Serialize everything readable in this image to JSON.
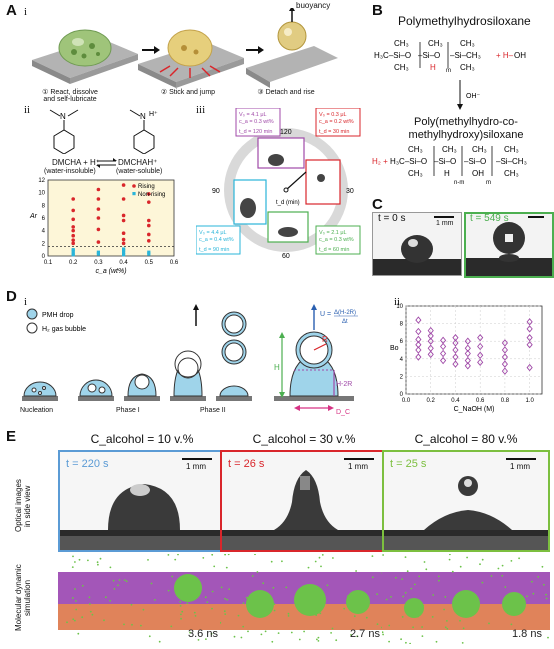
{
  "panel_labels": {
    "A": "A",
    "B": "B",
    "C": "C",
    "D": "D",
    "E": "E"
  },
  "A": {
    "sub_i": "i",
    "sub_ii": "ii",
    "sub_iii": "iii",
    "buoyancy": "buoyancy",
    "steps": [
      "① React, dissolve\nand self-lubricate",
      "② Stick and jump",
      "③ Detach and rise"
    ],
    "dmcha": "DMCHA",
    "dmchah": "DMCHAH",
    "eq_left": "DMCHA + H⁺",
    "eq_right": "DMCHAH⁺",
    "water_insoluble": "(water-insoluble)",
    "water_soluble": "(water-soluble)",
    "clock_label": "t_d (min)",
    "clock_ticks": [
      "120",
      "90",
      "60",
      "30"
    ],
    "boxes": [
      {
        "v": "V₀ = 4.1 μL",
        "c": "c_a = 0.3 wt%",
        "t": "t_d = 120 min"
      },
      {
        "v": "V₀ = 0.3 μL",
        "c": "c_a = 0.2 wt%",
        "t": "t_d = 30 min"
      },
      {
        "v": "V₀ = 4.4 μL",
        "c": "c_a = 0.4 wt%",
        "t": "t_d = 90 min"
      },
      {
        "v": "V₀ = 2.1 μL",
        "c": "c_a = 0.3 wt%",
        "t": "t_d = 60 min"
      }
    ]
  },
  "B": {
    "title1": "Polymethylhydrosiloxane",
    "oh": "OH⁻",
    "plus_hoh": "+ H–OH",
    "title2a": "Poly(methylhydro-co-",
    "title2b": "methylhydroxy)siloxane",
    "h2": "H₂ +"
  },
  "C": {
    "t0": "t = 0 s",
    "t1": "t = 549 s",
    "scale": "1 mm"
  },
  "D": {
    "sub_i": "i",
    "sub_ii": "ii",
    "legend_drop": "PMH drop",
    "legend_bubble": "H₂ gas bubble",
    "stages": [
      "Nucleation",
      "Phase I",
      "Phase II"
    ],
    "U": "U =",
    "frac_top": "Δ(H-2R)",
    "frac_bot": "Δt",
    "H": "H",
    "R": "R",
    "H2R": "H-2R",
    "Dc": "D_C"
  },
  "E": {
    "titles": [
      "C_alcohol = 10 v.%",
      "C_alcohol = 30 v.%",
      "C_alcohol = 80 v.%"
    ],
    "times": [
      "t = 220 s",
      "t = 26 s",
      "t = 25 s"
    ],
    "scale": "1 mm",
    "row1": "Optical images\nin side view",
    "row2": "Molecular dynamic\nsimulation",
    "ns": [
      "3.6 ns",
      "2.7 ns",
      "1.8 ns"
    ],
    "frame_colors": [
      "#5b9bd5",
      "#d9262b",
      "#7cbf3f"
    ]
  },
  "chart_data": [
    {
      "type": "scatter",
      "xlabel": "c_a (wt%)",
      "ylabel": "Ar",
      "xlim": [
        0.1,
        0.6
      ],
      "ylim": [
        0,
        12
      ],
      "xticks": [
        "0.1",
        "0.2",
        "0.3",
        "0.4",
        "0.5",
        "0.6"
      ],
      "yticks": [
        "0",
        "2",
        "4",
        "6",
        "8",
        "10",
        "12"
      ],
      "series": [
        {
          "name": "Rising",
          "color": "#d9262b",
          "points": [
            [
              0.2,
              2.0
            ],
            [
              0.2,
              2.5
            ],
            [
              0.2,
              3.2
            ],
            [
              0.2,
              4.0
            ],
            [
              0.2,
              4.6
            ],
            [
              0.2,
              5.8
            ],
            [
              0.2,
              7.2
            ],
            [
              0.2,
              9.0
            ],
            [
              0.3,
              2.2
            ],
            [
              0.3,
              4.2
            ],
            [
              0.3,
              6.0
            ],
            [
              0.3,
              7.4
            ],
            [
              0.3,
              9.0
            ],
            [
              0.3,
              10.5
            ],
            [
              0.4,
              2.0
            ],
            [
              0.4,
              2.6
            ],
            [
              0.4,
              3.6
            ],
            [
              0.4,
              5.6
            ],
            [
              0.4,
              6.4
            ],
            [
              0.4,
              9.0
            ],
            [
              0.4,
              11.2
            ],
            [
              0.5,
              2.4
            ],
            [
              0.5,
              3.4
            ],
            [
              0.5,
              4.8
            ],
            [
              0.5,
              5.6
            ],
            [
              0.5,
              8.5
            ],
            [
              0.5,
              9.8
            ]
          ]
        },
        {
          "name": "Non-rising",
          "color": "#2ab5d9",
          "points": [
            [
              0.2,
              0.2
            ],
            [
              0.2,
              0.4
            ],
            [
              0.2,
              0.8
            ],
            [
              0.2,
              1.0
            ],
            [
              0.3,
              0.3
            ],
            [
              0.3,
              0.6
            ],
            [
              0.4,
              0.2
            ],
            [
              0.4,
              0.5
            ],
            [
              0.4,
              0.9
            ],
            [
              0.4,
              1.1
            ],
            [
              0.5,
              0.3
            ],
            [
              0.5,
              0.6
            ]
          ]
        }
      ],
      "threshold": 1.5
    },
    {
      "type": "scatter",
      "xlabel": "C_NaOH (M)",
      "ylabel": "Bo",
      "xlim": [
        0,
        1.1
      ],
      "ylim": [
        0,
        10
      ],
      "xticks": [
        "0.0",
        "0.2",
        "0.4",
        "0.6",
        "0.8",
        "1.0"
      ],
      "yticks": [
        "0",
        "2",
        "4",
        "6",
        "8",
        "10"
      ],
      "series": [
        {
          "name": "",
          "color": "#a04aa8",
          "points": [
            [
              0.1,
              4.2
            ],
            [
              0.1,
              5.0
            ],
            [
              0.1,
              5.6
            ],
            [
              0.1,
              6.2
            ],
            [
              0.1,
              7.1
            ],
            [
              0.1,
              8.4
            ],
            [
              0.2,
              4.5
            ],
            [
              0.2,
              5.2
            ],
            [
              0.2,
              6.0
            ],
            [
              0.2,
              6.6
            ],
            [
              0.2,
              7.2
            ],
            [
              0.3,
              3.8
            ],
            [
              0.3,
              4.6
            ],
            [
              0.3,
              5.4
            ],
            [
              0.3,
              6.1
            ],
            [
              0.4,
              3.4
            ],
            [
              0.4,
              4.2
            ],
            [
              0.4,
              5.0
            ],
            [
              0.4,
              5.8
            ],
            [
              0.4,
              6.4
            ],
            [
              0.5,
              3.2
            ],
            [
              0.5,
              3.8
            ],
            [
              0.5,
              4.6
            ],
            [
              0.5,
              5.2
            ],
            [
              0.5,
              6.0
            ],
            [
              0.6,
              3.6
            ],
            [
              0.6,
              4.4
            ],
            [
              0.6,
              5.4
            ],
            [
              0.6,
              6.4
            ],
            [
              0.8,
              2.6
            ],
            [
              0.8,
              3.4
            ],
            [
              0.8,
              4.2
            ],
            [
              0.8,
              5.0
            ],
            [
              0.8,
              5.8
            ],
            [
              1.0,
              3.0
            ],
            [
              1.0,
              5.6
            ],
            [
              1.0,
              6.4
            ],
            [
              1.0,
              7.4
            ],
            [
              1.0,
              8.2
            ]
          ]
        }
      ]
    }
  ]
}
